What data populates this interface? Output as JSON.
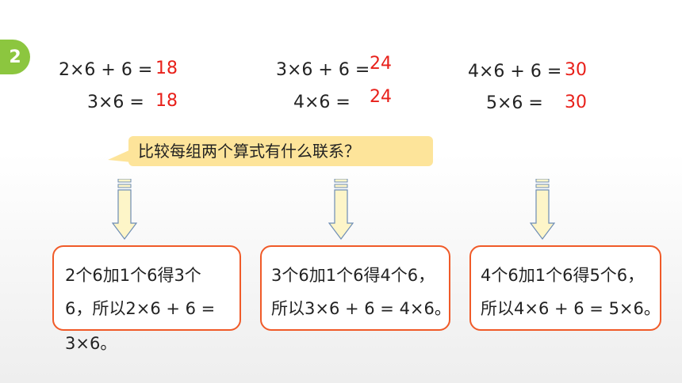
{
  "badge": "2",
  "groups": [
    {
      "line1": "2×6 + 6 =",
      "ans1": "18",
      "line2": "3×6 =",
      "ans2": "18"
    },
    {
      "line1": "3×6 + 6 =",
      "ans1": "24",
      "line2": "4×6 =",
      "ans2": "24"
    },
    {
      "line1": "4×6 + 6 =",
      "ans1": "30",
      "line2": "5×6 =",
      "ans2": "30"
    }
  ],
  "question": "比较每组两个算式有什么联系？",
  "explanations": [
    {
      "line1": "2个6加1个6得3个",
      "line2": "6，所以2×6 + 6 =",
      "line3": "3×6。"
    },
    {
      "line1": "3个6加1个6得4个6，",
      "line2": "所以3×6 + 6 = 4×6。"
    },
    {
      "line1": "4个6加1个6得5个6，",
      "line2": "所以4×6 + 6 = 5×6。"
    }
  ],
  "colors": {
    "answer": "#e8201a",
    "box_border": "#f05a28",
    "bubble": "#fde49a",
    "badge": "#8cc63f",
    "arrow": "#fdf5c8"
  }
}
